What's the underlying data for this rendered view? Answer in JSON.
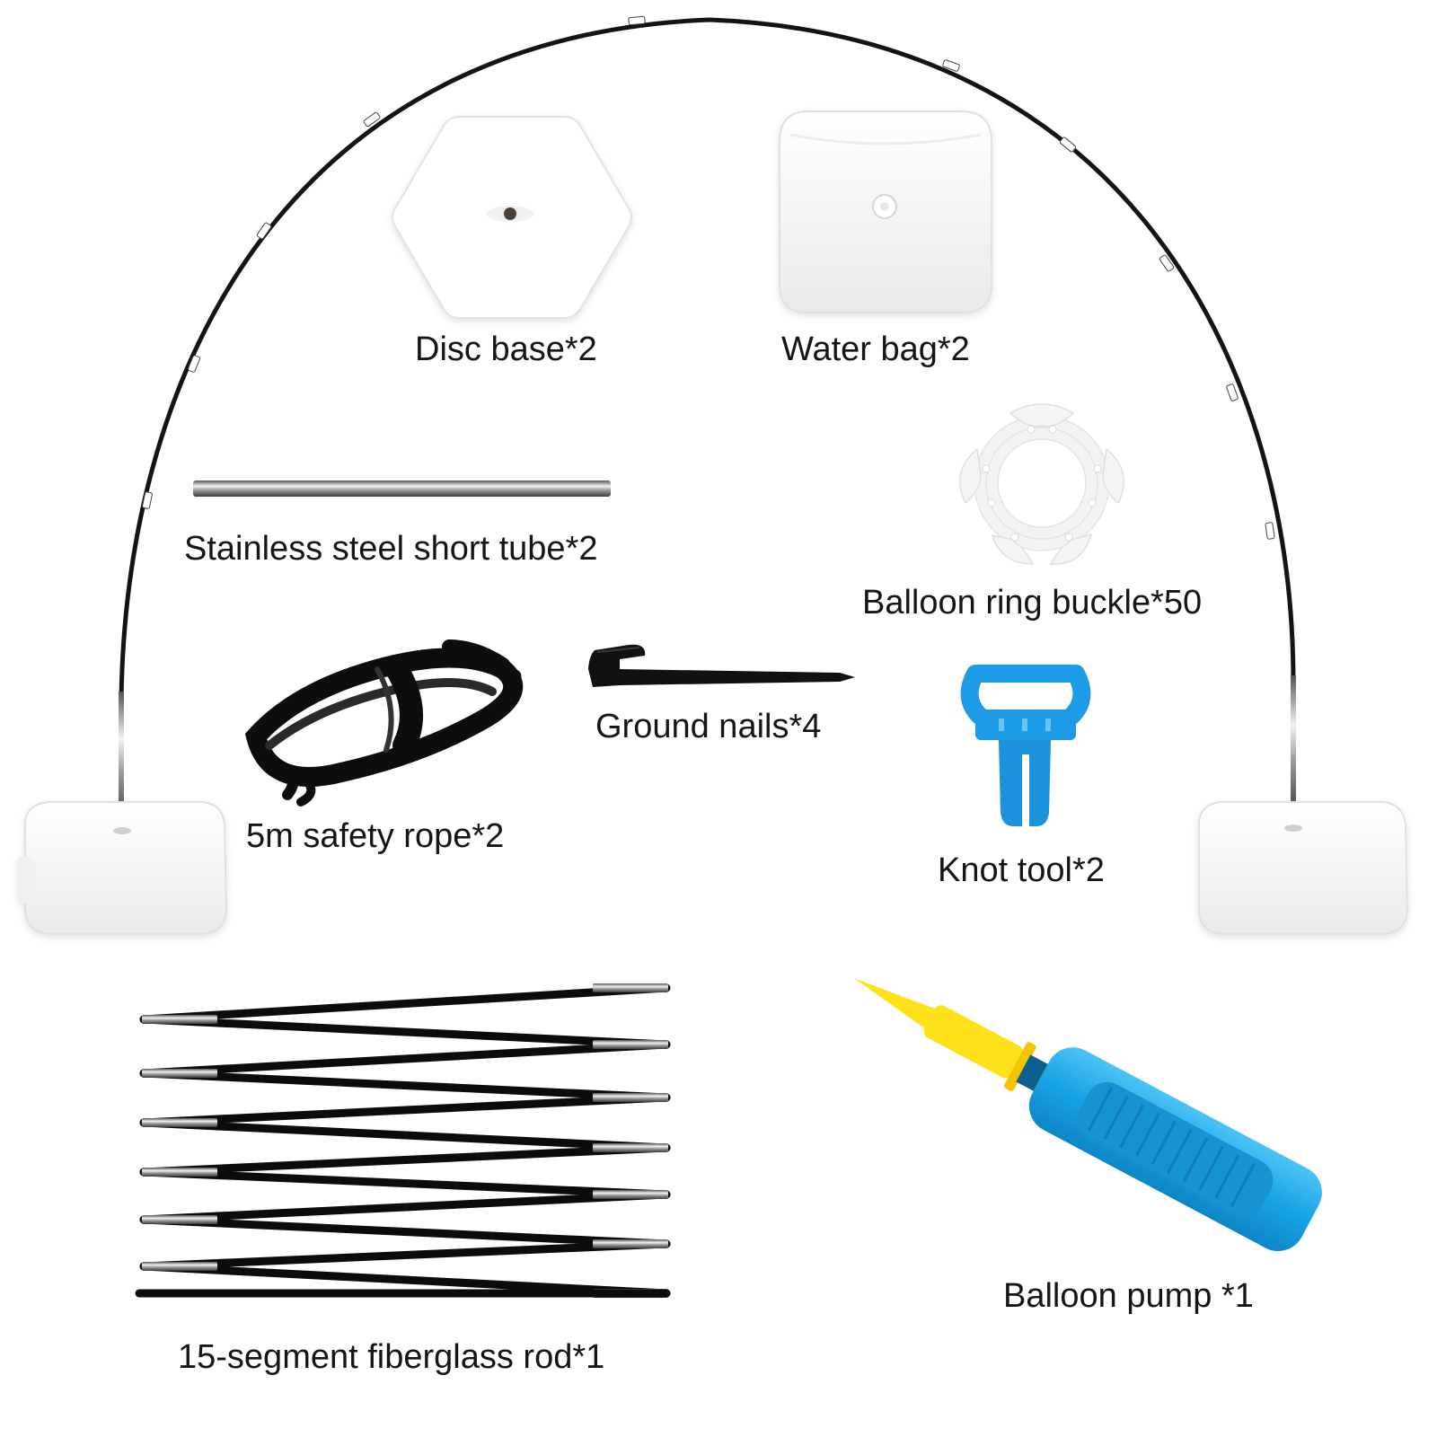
{
  "labels": {
    "disc_base": "Disc base*2",
    "water_bag": "Water bag*2",
    "steel_tube": "Stainless steel short tube*2",
    "ring_buckle": "Balloon ring buckle*50",
    "ground_nails": "Ground nails*4",
    "safety_rope": "5m safety rope*2",
    "knot_tool": "Knot tool*2",
    "fiberglass_rod": "15-segment fiberglass rod*1",
    "balloon_pump": "Balloon pump *1"
  },
  "colors": {
    "arch": "#141414",
    "pump_body": "#1aa7e8",
    "pump_nozzle": "#ffe11a",
    "knot_tool": "#1e9be6",
    "rod": "#0c0c0c",
    "rod_tip": "#c9c9c9",
    "base_white": "#f4f4f4"
  },
  "icons": {
    "arch": "balloon-arch-frame-icon",
    "disc_base": "hexagon-base-icon",
    "water_bag": "water-bag-icon",
    "steel_tube": "steel-tube-icon",
    "ring_buckle": "ring-buckle-icon",
    "ground_nails": "ground-nail-icon",
    "safety_rope": "coiled-rope-icon",
    "knot_tool": "knot-tool-icon",
    "fiberglass_rod": "fiberglass-rod-bundle-icon",
    "balloon_pump": "hand-pump-icon"
  }
}
